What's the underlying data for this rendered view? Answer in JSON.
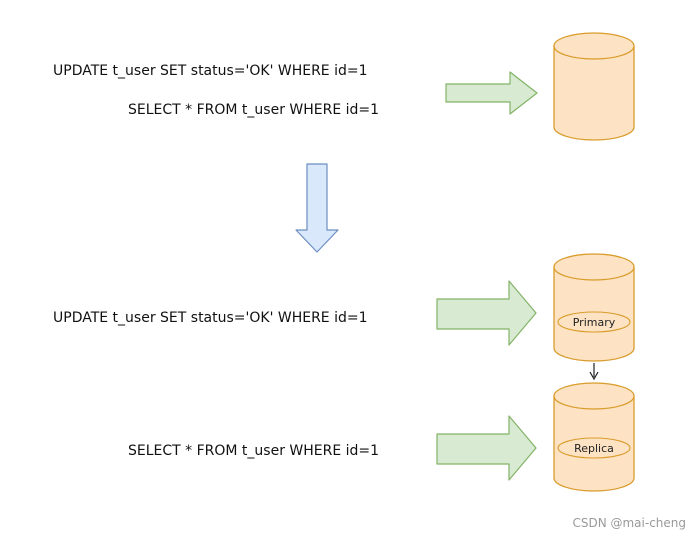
{
  "top_section": {
    "update_query": "UPDATE t_user SET status='OK'  WHERE id=1",
    "select_query": "SELECT * FROM t_user WHERE id=1"
  },
  "bottom_section": {
    "update_query": "UPDATE t_user SET status='OK'  WHERE id=1",
    "select_query": "SELECT * FROM t_user WHERE id=1",
    "primary_label": "Primary",
    "replica_label": "Replica"
  },
  "watermark": "CSDN @mai-cheng",
  "colors": {
    "cylinder_fill": "#fde3c4",
    "cylinder_stroke": "#d99c2b",
    "green_arrow_fill": "#d8ead2",
    "green_arrow_stroke": "#82b366",
    "blue_arrow_fill": "#dae8fc",
    "blue_arrow_stroke": "#6c8ebf"
  }
}
